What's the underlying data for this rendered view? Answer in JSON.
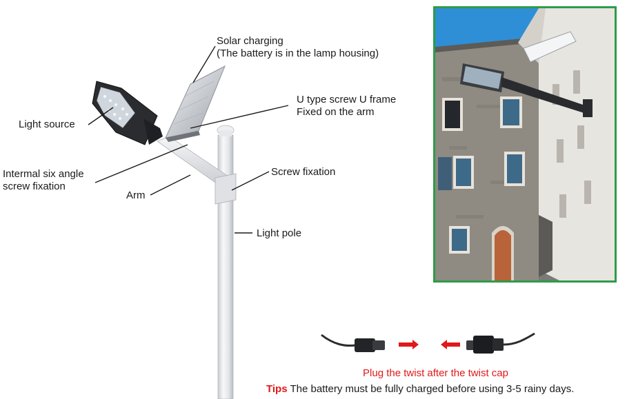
{
  "labels": {
    "solar_line1": "Solar charging",
    "solar_line2": "(The battery is in the lamp housing)",
    "u_screw_line1": "U type screw U frame",
    "u_screw_line2": "Fixed on the arm",
    "light_source": "Light source",
    "internal_line1": "Intermal six angle",
    "internal_line2": "screw fixation",
    "screw_fixation": "Screw fixation",
    "arm": "Arm",
    "light_pole": "Light pole"
  },
  "connector": {
    "caption": "Plug the twist after the twist cap",
    "arrow_color": "#e01919"
  },
  "tips": {
    "key": "Tips",
    "text": "The battery must be fully charged before using 3-5 rainy days."
  },
  "colors": {
    "accent_red": "#e01919",
    "photo_border": "#2e9b48"
  }
}
